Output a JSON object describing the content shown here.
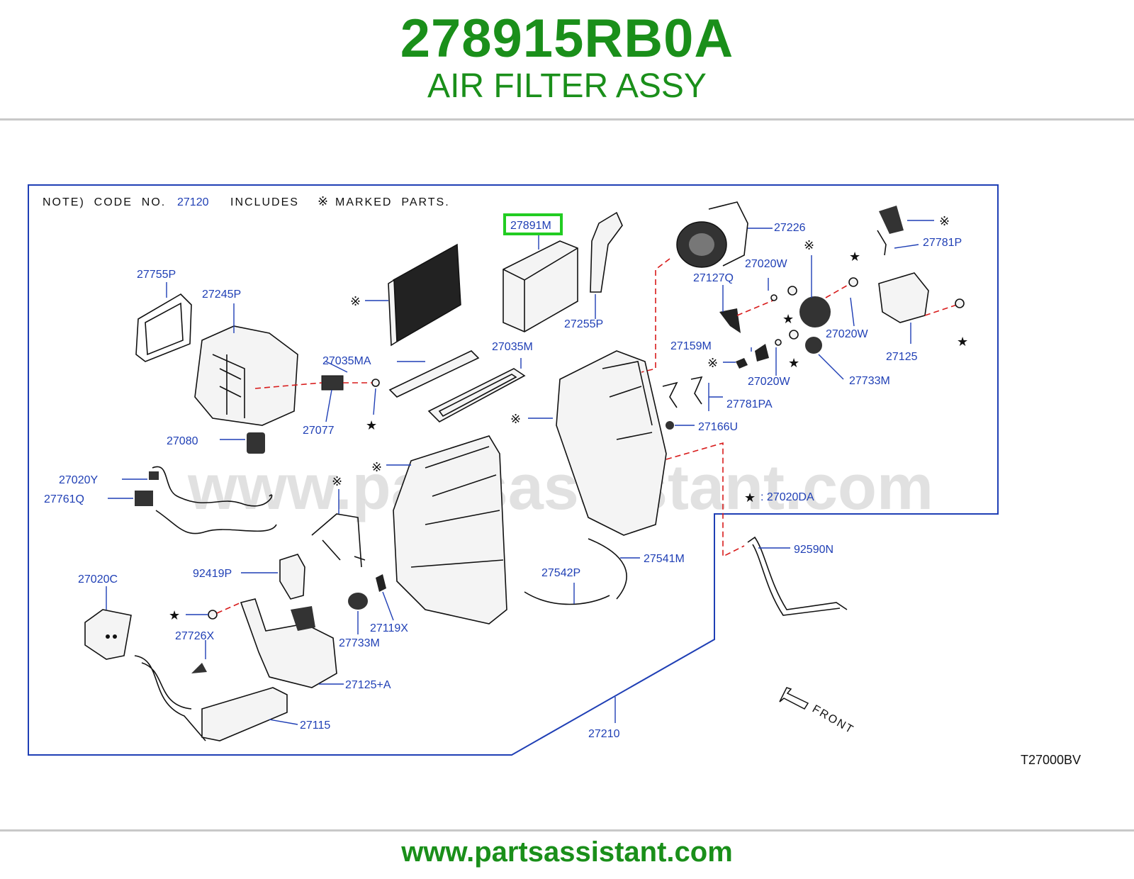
{
  "header": {
    "part_number": "278915RB0A",
    "description": "AIR FILTER ASSY"
  },
  "diagram": {
    "note": "NOTE) CODE NO. 27120 INCLUDES ※ MARKED PARTS.",
    "note_code": "27120",
    "drawing_code": "T27000BV",
    "front_label": "FRONT",
    "highlighted": "27891M",
    "watermark": "www.partsassistant.com",
    "labels": {
      "l27891M": "27891M",
      "l27226": "27226",
      "l27781P": "27781P",
      "l27755P": "27755P",
      "l27245P": "27245P",
      "l27255P": "27255P",
      "l27020W_a": "27020W",
      "l27127Q": "27127Q",
      "l27020W_b": "27020W",
      "l27125": "27125",
      "l27035M": "27035M",
      "l27159M": "27159M",
      "l27035MA": "27035MA",
      "l27020W_c": "27020W",
      "l27733M_a": "27733M",
      "l27781PA": "27781PA",
      "l27077": "27077",
      "l27166U": "27166U",
      "l27080": "27080",
      "l27020Y": "27020Y",
      "l27761Q": "27761Q",
      "l27020DA": ": 27020DA",
      "l92590N": "92590N",
      "l27541M": "27541M",
      "l92419P": "92419P",
      "l27542P": "27542P",
      "l27020C": "27020C",
      "l27119X": "27119X",
      "l27733M_b": "27733M",
      "l27726X": "27726X",
      "l27125A": "27125+A",
      "l27115": "27115",
      "l27210": "27210"
    }
  },
  "footer": {
    "website": "www.partsassistant.com"
  },
  "colors": {
    "brand_green": "#1a8f1a",
    "label_blue": "#1f3fb5",
    "highlight_green": "#22cc22",
    "leader_red": "#d81b1b"
  }
}
